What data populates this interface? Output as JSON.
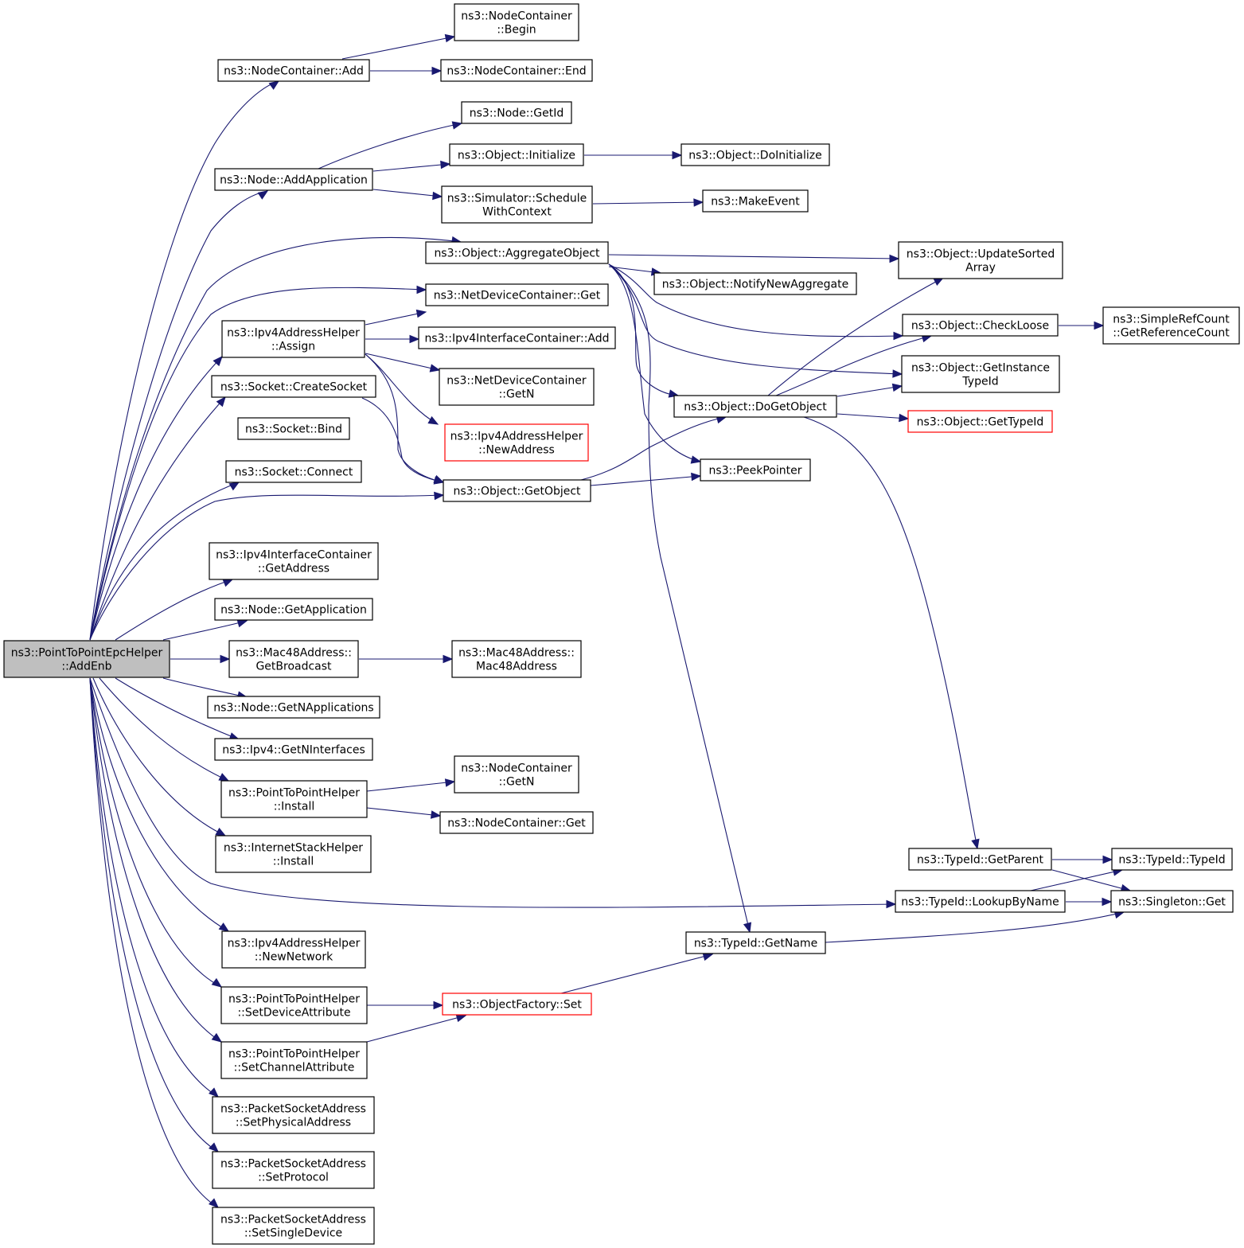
{
  "colors": {
    "edge": "#191970",
    "root_fill": "#bfbfbf",
    "red_border": "#ff0000",
    "box_border": "#000000"
  },
  "nodes": [
    {
      "id": "root",
      "lines": [
        "ns3::PointToPointEpcHelper",
        "::AddEnb"
      ],
      "style": "root"
    },
    {
      "id": "nc_add",
      "lines": [
        "ns3::NodeContainer::Add"
      ]
    },
    {
      "id": "nc_begin",
      "lines": [
        "ns3::NodeContainer",
        "::Begin"
      ]
    },
    {
      "id": "nc_end",
      "lines": [
        "ns3::NodeContainer::End"
      ]
    },
    {
      "id": "node_getid",
      "lines": [
        "ns3::Node::GetId"
      ]
    },
    {
      "id": "node_addapp",
      "lines": [
        "ns3::Node::AddApplication"
      ]
    },
    {
      "id": "obj_init",
      "lines": [
        "ns3::Object::Initialize"
      ]
    },
    {
      "id": "obj_doinit",
      "lines": [
        "ns3::Object::DoInitialize"
      ]
    },
    {
      "id": "sim_sched",
      "lines": [
        "ns3::Simulator::Schedule",
        "WithContext"
      ]
    },
    {
      "id": "make_event",
      "lines": [
        "ns3::MakeEvent"
      ]
    },
    {
      "id": "obj_aggr",
      "lines": [
        "ns3::Object::AggregateObject"
      ]
    },
    {
      "id": "obj_upd",
      "lines": [
        "ns3::Object::UpdateSorted",
        "Array"
      ]
    },
    {
      "id": "obj_notify",
      "lines": [
        "ns3::Object::NotifyNewAggregate"
      ]
    },
    {
      "id": "ndc_get",
      "lines": [
        "ns3::NetDeviceContainer::Get"
      ]
    },
    {
      "id": "ipv4ah_assign",
      "lines": [
        "ns3::Ipv4AddressHelper",
        "::Assign"
      ]
    },
    {
      "id": "ipv4ic_add",
      "lines": [
        "ns3::Ipv4InterfaceContainer::Add"
      ]
    },
    {
      "id": "ndc_getn",
      "lines": [
        "ns3::NetDeviceContainer",
        "::GetN"
      ]
    },
    {
      "id": "ipv4ah_newaddr",
      "lines": [
        "ns3::Ipv4AddressHelper",
        "::NewAddress"
      ],
      "style": "red"
    },
    {
      "id": "obj_checkloose",
      "lines": [
        "ns3::Object::CheckLoose"
      ]
    },
    {
      "id": "src_getref",
      "lines": [
        "ns3::SimpleRefCount",
        "::GetReferenceCount"
      ]
    },
    {
      "id": "obj_getinst",
      "lines": [
        "ns3::Object::GetInstance",
        "TypeId"
      ]
    },
    {
      "id": "sock_create",
      "lines": [
        "ns3::Socket::CreateSocket"
      ]
    },
    {
      "id": "obj_dogetobj",
      "lines": [
        "ns3::Object::DoGetObject"
      ]
    },
    {
      "id": "obj_gettypeid",
      "lines": [
        "ns3::Object::GetTypeId"
      ],
      "style": "red"
    },
    {
      "id": "sock_bind",
      "lines": [
        "ns3::Socket::Bind"
      ]
    },
    {
      "id": "sock_connect",
      "lines": [
        "ns3::Socket::Connect"
      ]
    },
    {
      "id": "peek",
      "lines": [
        "ns3::PeekPointer"
      ]
    },
    {
      "id": "obj_getobj",
      "lines": [
        "ns3::Object::GetObject"
      ]
    },
    {
      "id": "ipv4ic_getaddr",
      "lines": [
        "ns3::Ipv4InterfaceContainer",
        "::GetAddress"
      ]
    },
    {
      "id": "node_getapp",
      "lines": [
        "ns3::Node::GetApplication"
      ]
    },
    {
      "id": "mac_getbc",
      "lines": [
        "ns3::Mac48Address::",
        "GetBroadcast"
      ]
    },
    {
      "id": "mac_ctor",
      "lines": [
        "ns3::Mac48Address::",
        "Mac48Address"
      ]
    },
    {
      "id": "node_getnapps",
      "lines": [
        "ns3::Node::GetNApplications"
      ]
    },
    {
      "id": "ipv4_getnif",
      "lines": [
        "ns3::Ipv4::GetNInterfaces"
      ]
    },
    {
      "id": "nc_getn",
      "lines": [
        "ns3::NodeContainer",
        "::GetN"
      ]
    },
    {
      "id": "p2p_install",
      "lines": [
        "ns3::PointToPointHelper",
        "::Install"
      ]
    },
    {
      "id": "nc_get",
      "lines": [
        "ns3::NodeContainer::Get"
      ]
    },
    {
      "id": "ish_install",
      "lines": [
        "ns3::InternetStackHelper",
        "::Install"
      ]
    },
    {
      "id": "tid_getparent",
      "lines": [
        "ns3::TypeId::GetParent"
      ]
    },
    {
      "id": "tid_ctor",
      "lines": [
        "ns3::TypeId::TypeId"
      ]
    },
    {
      "id": "tid_lookup",
      "lines": [
        "ns3::TypeId::LookupByName"
      ]
    },
    {
      "id": "singleton_get",
      "lines": [
        "ns3::Singleton::Get"
      ]
    },
    {
      "id": "tid_getname",
      "lines": [
        "ns3::TypeId::GetName"
      ]
    },
    {
      "id": "ipv4ah_newnet",
      "lines": [
        "ns3::Ipv4AddressHelper",
        "::NewNetwork"
      ]
    },
    {
      "id": "p2p_setdev",
      "lines": [
        "ns3::PointToPointHelper",
        "::SetDeviceAttribute"
      ]
    },
    {
      "id": "of_set",
      "lines": [
        "ns3::ObjectFactory::Set"
      ],
      "style": "red"
    },
    {
      "id": "p2p_setchan",
      "lines": [
        "ns3::PointToPointHelper",
        "::SetChannelAttribute"
      ]
    },
    {
      "id": "psa_setphys",
      "lines": [
        "ns3::PacketSocketAddress",
        "::SetPhysicalAddress"
      ]
    },
    {
      "id": "psa_setproto",
      "lines": [
        "ns3::PacketSocketAddress",
        "::SetProtocol"
      ]
    },
    {
      "id": "psa_setsingle",
      "lines": [
        "ns3::PacketSocketAddress",
        "::SetSingleDevice"
      ]
    }
  ]
}
